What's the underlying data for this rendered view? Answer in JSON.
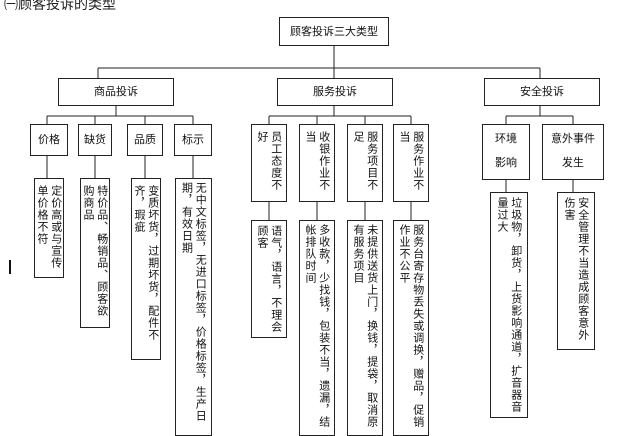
{
  "heading": "㈠顾客投诉的类型",
  "root": "顾客投诉三大类型",
  "categories": [
    {
      "label": "商品投诉",
      "items": [
        {
          "label": "价格",
          "detail": "定价高或与宣传单价格不符"
        },
        {
          "label": "缺货",
          "detail": "特价品、畅销品、顾客欲购商品"
        },
        {
          "label": "品质",
          "detail": "变质坏货，过期坏货，配件不齐，瑕疵"
        },
        {
          "label": "标示",
          "detail": "无中文标签，无进口标签，价格标签，生产日期，有效日期"
        }
      ]
    },
    {
      "label": "服务投诉",
      "items": [
        {
          "label": "员工态度不好",
          "detail": "语气，语言，不理会顾客"
        },
        {
          "label": "收银作业不当",
          "detail": "多收款，少找钱，包装不当，遗漏，结帐排队时间"
        },
        {
          "label": "服务项目不足",
          "detail": "未提供送货上门，换钱，提袋，取消原有服务项目"
        },
        {
          "label": "服务作业不当",
          "detail": "服务台寄存物丢失或调换，赠品，促销作业不公平"
        }
      ]
    },
    {
      "label": "安全投诉",
      "items": [
        {
          "label": "环境影响",
          "detail": "垃圾物，卸货，上货影响通道，扩音器音量过大"
        },
        {
          "label": "意外事件发生",
          "detail": "安全管理不当造成顾客意外伤害"
        }
      ]
    }
  ]
}
